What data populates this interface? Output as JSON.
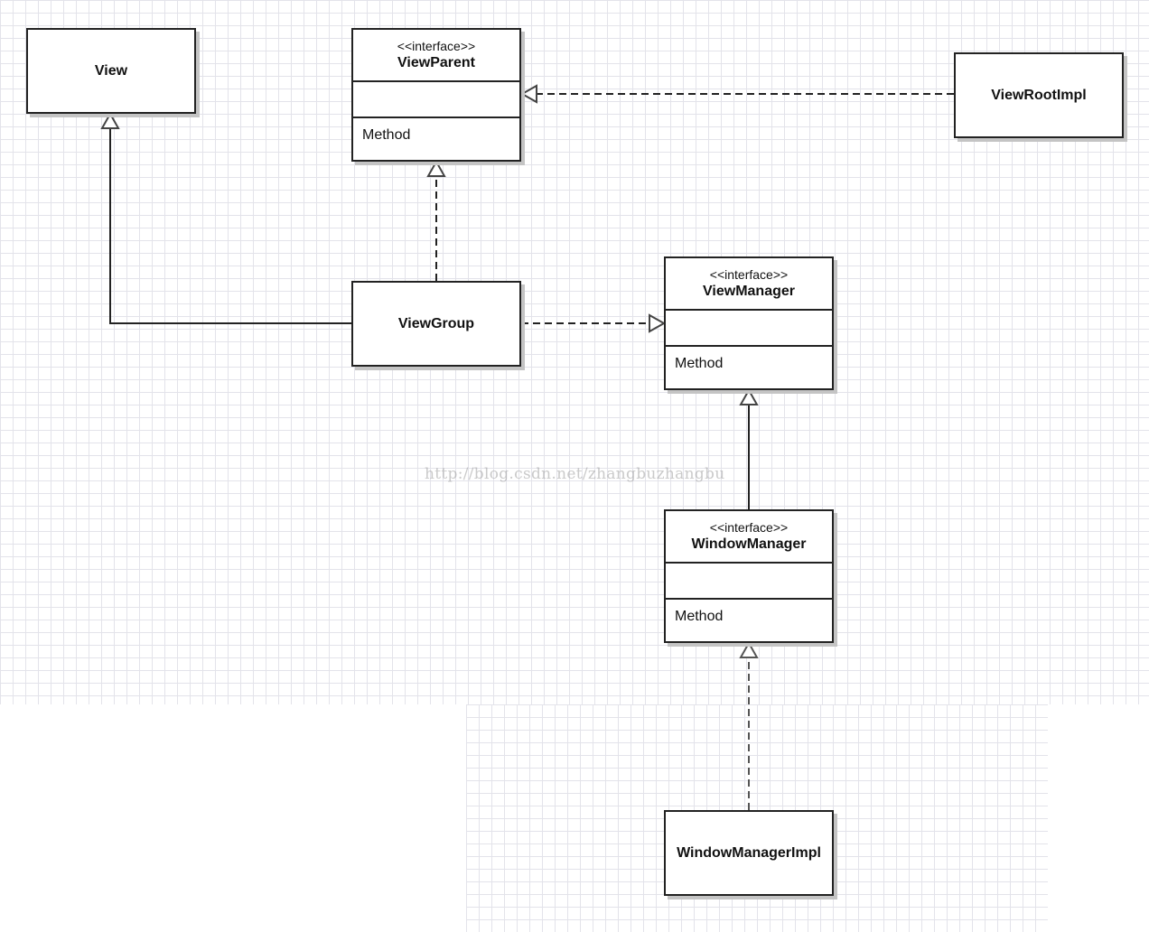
{
  "classes": {
    "view": {
      "name": "View"
    },
    "view_parent": {
      "stereotype": "<<interface>>",
      "name": "ViewParent",
      "operation": "Method"
    },
    "view_root_impl": {
      "name": "ViewRootImpl"
    },
    "view_group": {
      "name": "ViewGroup"
    },
    "view_manager": {
      "stereotype": "<<interface>>",
      "name": "ViewManager",
      "operation": "Method"
    },
    "window_manager": {
      "stereotype": "<<interface>>",
      "name": "WindowManager",
      "operation": "Method"
    },
    "window_manager_impl": {
      "name": "WindowManagerImpl"
    }
  },
  "relations": [
    {
      "from": "ViewGroup",
      "to": "View",
      "type": "generalization"
    },
    {
      "from": "ViewGroup",
      "to": "ViewParent",
      "type": "realization"
    },
    {
      "from": "ViewRootImpl",
      "to": "ViewParent",
      "type": "realization"
    },
    {
      "from": "ViewGroup",
      "to": "ViewManager",
      "type": "realization"
    },
    {
      "from": "WindowManager",
      "to": "ViewManager",
      "type": "generalization"
    },
    {
      "from": "WindowManagerImpl",
      "to": "WindowManager",
      "type": "realization"
    }
  ],
  "watermark": "http://blog.csdn.net/zhangbuzhangbu"
}
